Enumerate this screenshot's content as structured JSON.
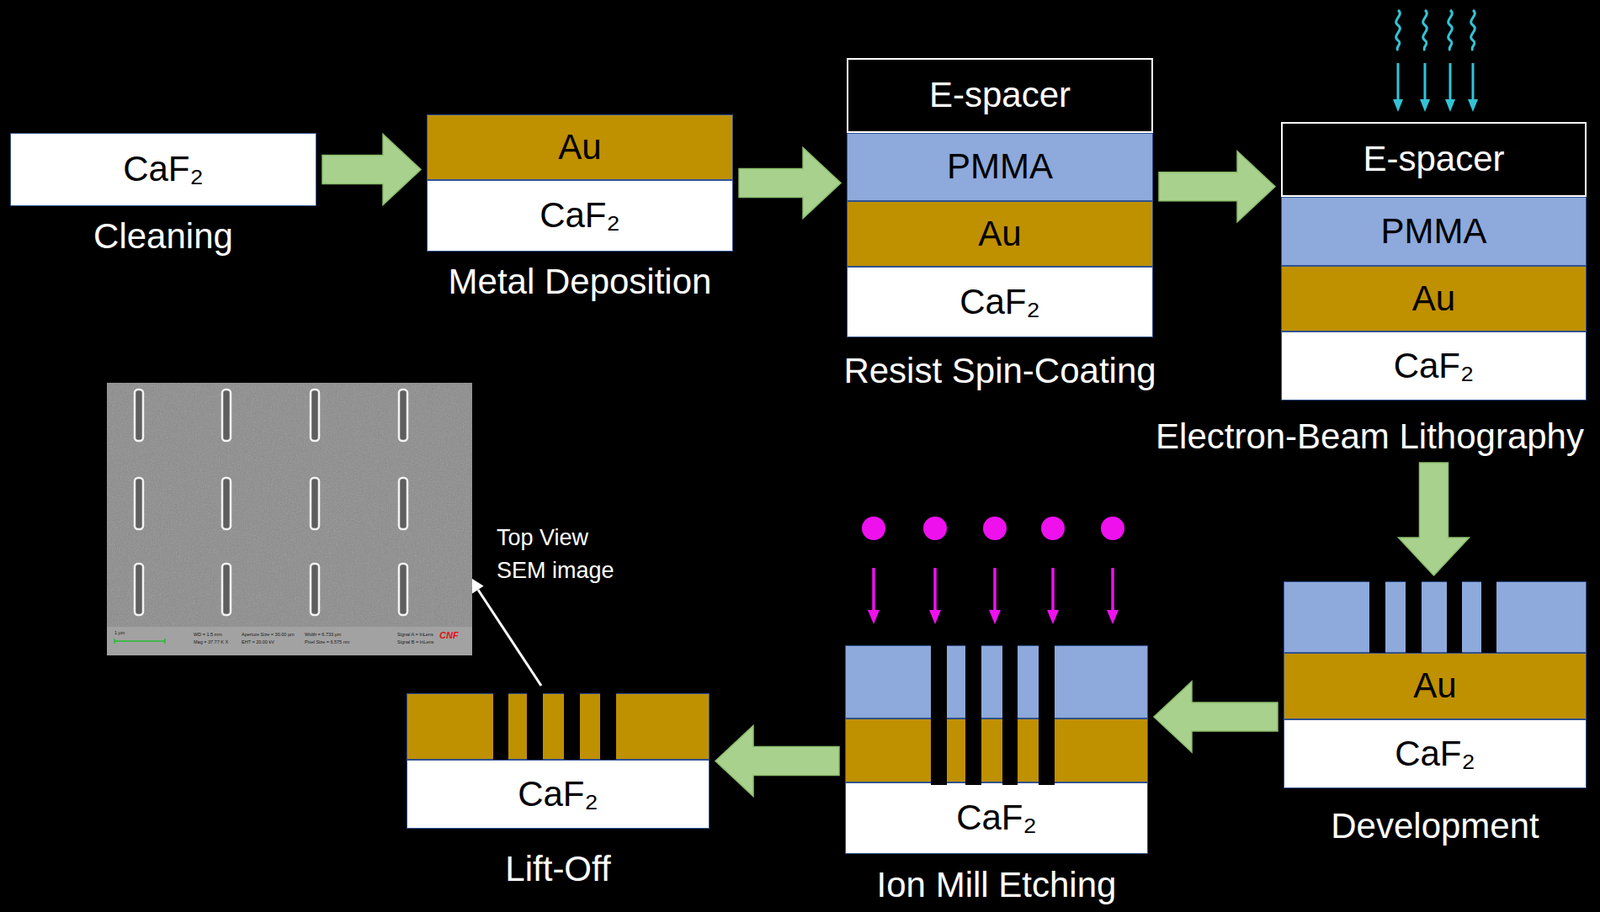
{
  "diagram": {
    "nodes": [
      {
        "text": [
          "Cleaning"
        ]
      },
      {
        "text": [
          "CaF₂"
        ],
        "in": 0
      },
      {
        "text": [
          "Metal Deposition"
        ]
      },
      {
        "text": [
          "Au"
        ],
        "in": 2
      },
      {
        "text": [
          "CaF₂"
        ],
        "in": 2
      },
      {
        "text": [
          "Resist Spin-Coating"
        ]
      },
      {
        "text": [
          "E-spacer"
        ],
        "in": 5
      },
      {
        "text": [
          "PMMA"
        ],
        "in": 5
      },
      {
        "text": [
          "Au"
        ],
        "in": 5
      },
      {
        "text": [
          "CaF₂"
        ],
        "in": 5
      },
      {
        "text": [
          "Electron-Beam Lithography"
        ]
      },
      {
        "text": [
          "E-spacer"
        ],
        "in": 10
      },
      {
        "text": [
          "PMMA"
        ],
        "in": 10
      },
      {
        "text": [
          "Au"
        ],
        "in": 10
      },
      {
        "text": [
          "CaF₂"
        ],
        "in": 10
      },
      {
        "text": [
          "Development"
        ]
      },
      {
        "text": [
          "Au"
        ],
        "in": 15
      },
      {
        "text": [
          "CaF₂"
        ],
        "in": 15
      },
      {
        "text": [
          "Ion Mill Etching"
        ]
      },
      {
        "text": [
          "CaF₂"
        ],
        "in": 18
      },
      {
        "text": [
          "Lift-Off"
        ]
      },
      {
        "text": [
          "CaF₂"
        ],
        "in": 20
      }
    ],
    "edges": [
      {
        "from": 0,
        "to": 2,
        "arrow": "to"
      },
      {
        "from": 2,
        "to": 5,
        "arrow": "to"
      },
      {
        "from": 5,
        "to": 10,
        "arrow": "to"
      },
      {
        "from": 10,
        "to": 15,
        "arrow": "to"
      },
      {
        "from": 15,
        "to": 18,
        "arrow": "to"
      },
      {
        "from": 18,
        "to": 20,
        "arrow": "to"
      }
    ],
    "labels": [
      "Top View SEM image",
      "1 µm",
      "WD = 1.5 mm",
      "Mag = 37.77 K X",
      "Aperture Size = 30.00 µm",
      "EHT = 20.00 kV",
      "Width = 6.733 µm",
      "Pixel Size = 6.575 nm",
      "Signal A = InLens",
      "Signal B = InLens",
      "CNF"
    ]
  }
}
